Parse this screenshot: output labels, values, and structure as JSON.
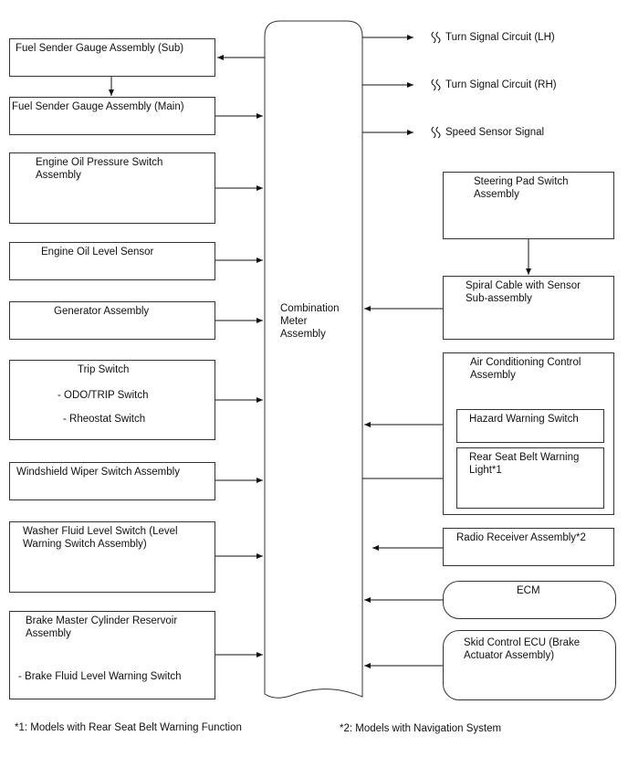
{
  "center": {
    "line1": "Combination",
    "line2": "Meter",
    "line3": "Assembly"
  },
  "left": {
    "fuel_sub": "Fuel Sender Gauge Assembly (Sub)",
    "fuel_main": "Fuel Sender Gauge Assembly (Main)",
    "oil_press_1": "Engine Oil Pressure Switch",
    "oil_press_2": "Assembly",
    "oil_level": "Engine Oil Level Sensor",
    "generator": "Generator Assembly",
    "trip": "Trip Switch",
    "trip_odo": "- ODO/TRIP Switch",
    "trip_rheo": "- Rheostat Switch",
    "wiper": "Windshield Wiper Switch Assembly",
    "washer_1": "Washer Fluid Level Switch (Level",
    "washer_2": "Warning Switch Assembly)",
    "brake_1": "Brake Master Cylinder Reservoir",
    "brake_2": "Assembly",
    "brake_3": "- Brake Fluid Level Warning Switch"
  },
  "right": {
    "turn_lh": "Turn Signal Circuit (LH)",
    "turn_rh": "Turn Signal Circuit (RH)",
    "speed": "Speed Sensor Signal",
    "steering_1": "Steering Pad Switch",
    "steering_2": "Assembly",
    "spiral_1": "Spiral Cable with Sensor",
    "spiral_2": "Sub-assembly",
    "ac_1": "Air Conditioning Control",
    "ac_2": "Assembly",
    "hazard": "Hazard Warning Switch",
    "rear_1": "Rear Seat Belt Warning",
    "rear_2": "Light*1",
    "radio": "Radio Receiver Assembly*2",
    "ecm": "ECM",
    "skid_1": "Skid Control ECU (Brake",
    "skid_2": "Actuator Assembly)"
  },
  "notes": {
    "n1": "*1: Models with Rear Seat Belt Warning Function",
    "n2": "*2: Models with Navigation System"
  }
}
